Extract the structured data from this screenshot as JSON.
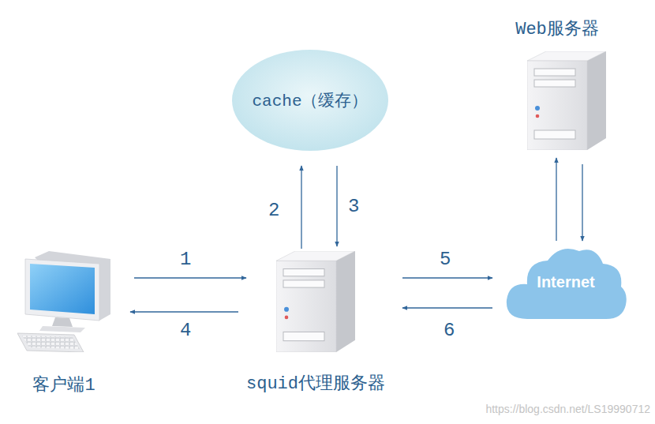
{
  "diagram": {
    "nodes": [
      {
        "text": [
          "cache（缓存）"
        ]
      },
      {
        "text": [
          "Web服务器"
        ]
      },
      {
        "text": [
          "客户端1"
        ]
      },
      {
        "text": [
          "squid代理服务器"
        ]
      },
      {
        "text": [
          "Internet"
        ]
      }
    ],
    "edges": [
      {
        "from": 2,
        "to": 3,
        "label": "1",
        "arrow": "to"
      },
      {
        "from": 3,
        "to": 2,
        "label": "4",
        "arrow": "to"
      },
      {
        "from": 3,
        "to": 0,
        "label": "2",
        "arrow": "to"
      },
      {
        "from": 0,
        "to": 3,
        "label": "3",
        "arrow": "to"
      },
      {
        "from": 3,
        "to": 4,
        "label": "5",
        "arrow": "to"
      },
      {
        "from": 4,
        "to": 3,
        "label": "6",
        "arrow": "to"
      },
      {
        "from": 4,
        "to": 1,
        "arrow": "to"
      },
      {
        "from": 1,
        "to": 4,
        "arrow": "to"
      }
    ],
    "labels": [
      "https://blog.csdn.net/LS19990712"
    ]
  }
}
